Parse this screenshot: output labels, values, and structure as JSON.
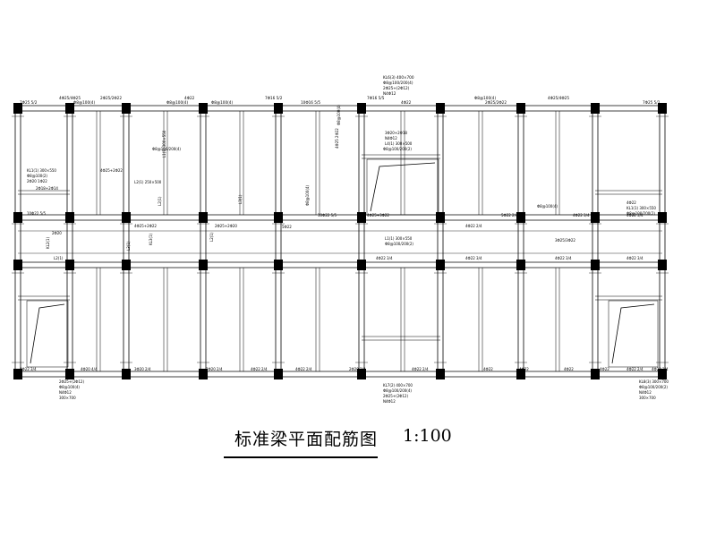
{
  "drawing": {
    "title": "标准梁平面配筋图",
    "scale": "1:100",
    "colors": {
      "line": "#000000",
      "column": "#000000",
      "background": "#ffffff"
    }
  },
  "annotations": {
    "top": [
      "7Φ25 5/2",
      "4Φ25/4Φ25",
      "Φ8@100(4)",
      "2Φ25/2Φ22",
      "Φ8@100(4)",
      "4Φ22",
      "Φ8@100(4)",
      "7Φ16 5/2",
      "10Φ16 5/5",
      "7Φ16 5/5",
      "4Φ22",
      "Φ8@100(4)",
      "2Φ25/2Φ22",
      "4Φ25/4Φ25",
      "7Φ25 5/2"
    ],
    "top_callout": [
      "KL6(3) 400×700",
      "Φ8@100/200(4)",
      "2Φ25+(2Φ12)",
      "N4Φ12"
    ],
    "beams": [
      "KL1(1) 300×550",
      "Φ8@100(2)",
      "2Φ20 1Φ22",
      "L1(1) 300×550",
      "L2(1)",
      "L3(1)",
      "Φ8@100(4)",
      "Φ8@100(4)",
      "4Φ25 2Φ22",
      "4Φ25+2Φ22",
      "L2(1) 250×500",
      "Φ8@100/200(4)",
      "3Φ20+2Φ18",
      "N4Φ12",
      "L4(1) 300×500",
      "Φ8@100/200(2)",
      "4Φ22",
      "KL1(1) 300×550",
      "Φ8@100/200(2)",
      "2Φ20",
      "L2(1)",
      "KL2(1)",
      "L3(1)",
      "KL3(1)",
      "L2(1)",
      "L1(1) 300×550",
      "Φ8@100/200(2)",
      "Φ8@100(4)",
      "3Φ25/3Φ22"
    ],
    "mid": [
      "2Φ18+2Φ14",
      "10Φ22 5/5",
      "4Φ25+2Φ22",
      "2Φ25+2Φ20",
      "5Φ22",
      "10Φ22 5/5",
      "4Φ25+3Φ22",
      "4Φ22 2/4",
      "5Φ22 2/4",
      "4Φ22 3/4",
      "4Φ22 3/4",
      "4Φ22 3/4",
      "4Φ22 3/4",
      "4Φ22 3/4",
      "4Φ22 3/4"
    ],
    "bottom_callout_left": [
      "2Φ25+(2Φ12)",
      "Φ8@100(4)",
      "N4Φ12",
      "300×700"
    ],
    "bottom_callout_mid": [
      "KL7(2) 400×700",
      "Φ8@100/200(4)",
      "2Φ25+(2Φ12)",
      "N4Φ12"
    ],
    "bottom_callout_right": [
      "KL8(3) 300×700",
      "Φ8@100/200(2)",
      "N4Φ12",
      "300×700"
    ],
    "bottom": [
      "4Φ22 3/4",
      "4Φ20 4/4",
      "3Φ20 2/4",
      "2Φ20 2/4",
      "4Φ22 2/4",
      "4Φ22 2/4",
      "2Φ20 2/4",
      "4Φ22 2/4",
      "4Φ22",
      "4Φ22",
      "4Φ22",
      "4Φ22",
      "4Φ22 2/4",
      "4Φ22 2/4"
    ]
  }
}
